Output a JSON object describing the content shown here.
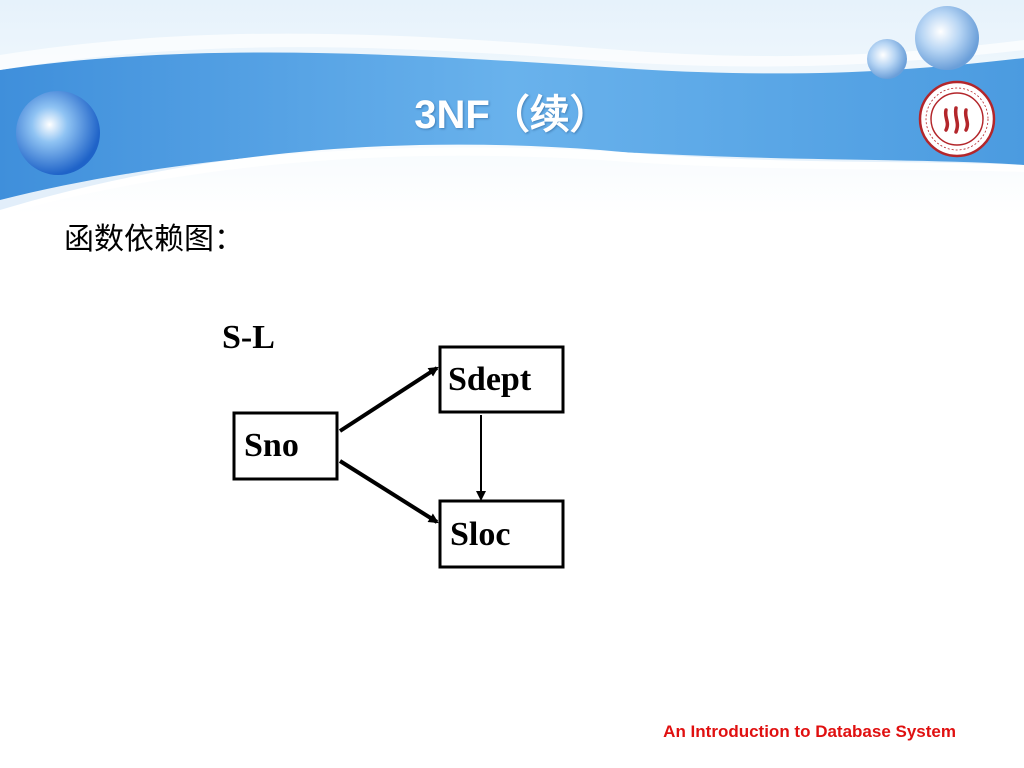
{
  "slide": {
    "title": "3NF（续）",
    "label": "函数依赖图：",
    "footer": "An Introduction to Database System"
  },
  "diagram": {
    "title": "S-L",
    "nodes": {
      "sno": "Sno",
      "sdept": "Sdept",
      "sloc": "Sloc"
    }
  },
  "colors": {
    "header_blue": "#5aa8e6",
    "footer_red": "#e01010",
    "logo_red": "#b3262b"
  }
}
